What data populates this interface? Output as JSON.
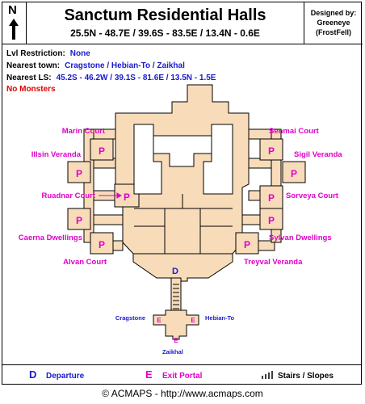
{
  "header": {
    "north": "N",
    "title": "Sanctum Residential Halls",
    "coordinates": "25.5N - 48.7E / 39.6S - 83.5E / 13.4N - 0.6E",
    "credit_line1": "Designed by:",
    "credit_line2": "Greeneye",
    "credit_line3": "(FrostFell)"
  },
  "info": {
    "lvl_label": "Lvl Restriction:",
    "lvl_value": "None",
    "town_label": "Nearest town:",
    "town_value": "Cragstone / Hebian-To / Zaikhal",
    "ls_label": "Nearest LS:",
    "ls_value": "45.2S - 46.2W / 39.1S - 81.6E / 13.5N - 1.5E",
    "monsters": "No Monsters"
  },
  "map": {
    "portal_marker": "P",
    "departure_marker": "D",
    "exit_marker": "E",
    "courts_left": [
      "Marin Court",
      "Illsin Veranda",
      "Ruadnar Court",
      "Caerna Dwellings",
      "Alvan Court"
    ],
    "courts_right": [
      "Senmai Court",
      "Sigil Veranda",
      "Sorveya Court",
      "Sylvan Dwellings",
      "Treyval Veranda"
    ],
    "exits": {
      "west": "Cragstone",
      "east": "Hebian-To",
      "south": "Zaikhal"
    },
    "colors": {
      "floor": "#f8dcba",
      "outline": "#000000",
      "portal": "#e000c8",
      "departure": "#1a1acc"
    }
  },
  "legend": {
    "departure_symbol": "D",
    "departure_label": "Departure",
    "exit_symbol": "E",
    "exit_label": "Exit Portal",
    "stairs_label": "Stairs / Slopes"
  },
  "footer": "© ACMAPS - http://www.acmaps.com"
}
